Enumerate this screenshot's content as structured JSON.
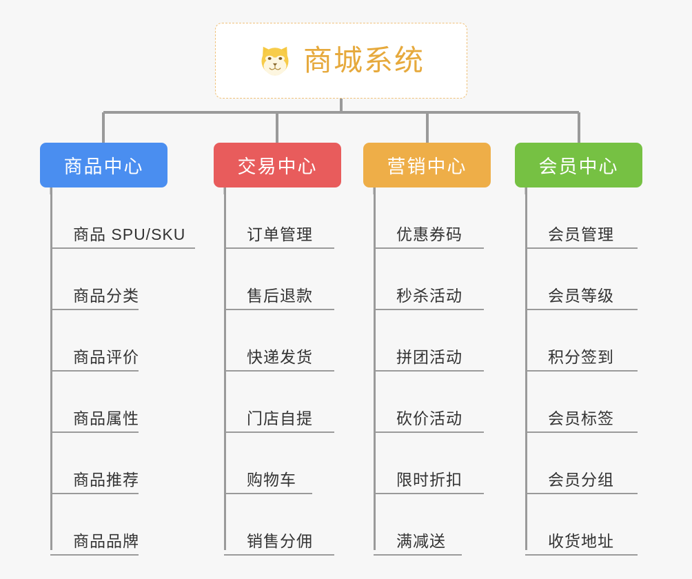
{
  "diagram": {
    "type": "mindmap",
    "background_color": "#f7f7f7",
    "root": {
      "title": "商城系统",
      "icon": "shiba-dog-face-icon",
      "text_color": "#e6a93c",
      "border_color": "#efc078",
      "background_color": "#ffffff"
    },
    "connector_color": "#9a9a9a",
    "branches": [
      {
        "label": "商品中心",
        "color": "#4a8ef0",
        "items": [
          "商品 SPU/SKU",
          "商品分类",
          "商品评价",
          "商品属性",
          "商品推荐",
          "商品品牌"
        ]
      },
      {
        "label": "交易中心",
        "color": "#e85c5c",
        "items": [
          "订单管理",
          "售后退款",
          "快递发货",
          "门店自提",
          "购物车",
          "销售分佣"
        ]
      },
      {
        "label": "营销中心",
        "color": "#eeae48",
        "items": [
          "优惠券码",
          "秒杀活动",
          "拼团活动",
          "砍价活动",
          "限时折扣",
          "满减送"
        ]
      },
      {
        "label": "会员中心",
        "color": "#76c143",
        "items": [
          "会员管理",
          "会员等级",
          "积分签到",
          "会员标签",
          "会员分组",
          "收货地址"
        ]
      }
    ]
  }
}
